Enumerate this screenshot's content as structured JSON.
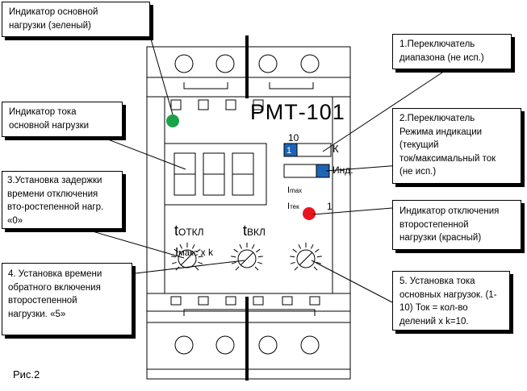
{
  "device": {
    "model": "РМТ-101",
    "switch_range_upper": "10",
    "switch_range_lower": "1",
    "switch_range_unit": "К",
    "switch_mode_label": "Инд.",
    "i_max_main": "I",
    "i_max_sub": "max",
    "i_tek_main": "I",
    "i_tek_sub": "тек",
    "indicator_one": "1",
    "t_off_main": "t",
    "t_off_sub": "ОТКЛ",
    "t_on_main": "t",
    "t_on_sub": "ВКЛ",
    "i_knob_main": "I",
    "i_knob_sub": "макс",
    "i_knob_suffix": " x k"
  },
  "callouts": [
    {
      "id": "green-indicator",
      "text": "Индикатор основной\nнагрузки (зеленый)"
    },
    {
      "id": "current-indicator",
      "text": "Индикатор тока\nосновной нагрузки"
    },
    {
      "id": "delay-setting",
      "text": "3.Установка задержки\nвремени отключения\nвто-ростепенной нагр.\n«0»"
    },
    {
      "id": "return-time",
      "text": "4. Установка времени\nобратного включения\nвторостепенной\nнагрузки. «5»"
    },
    {
      "id": "range-switch",
      "text": "1.Переключатель\nдиапазона (не исп.)"
    },
    {
      "id": "mode-switch",
      "text": "2.Переключатель\nРежима индикации\n(текущий\nток/максимальный ток\n(не исп.)"
    },
    {
      "id": "red-indicator",
      "text": "Индикатор отключения\nвторостепенной\nнагрузки (красный)"
    },
    {
      "id": "main-current",
      "text": "5. Установка тока\nосновных нагрузок. (1-\n10) Ток = кол-во\nделений х k=10."
    }
  ],
  "figure_label": "Рис.2",
  "colors": {
    "green_led": "#1aa24a",
    "red_led": "#e8141e",
    "switch_blue": "#1e64b4"
  }
}
